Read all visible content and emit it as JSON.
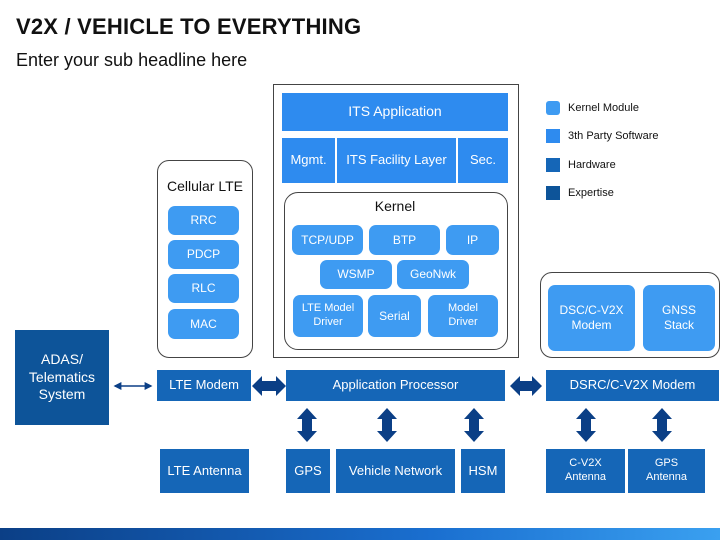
{
  "title": "V2X / VEHICLE TO EVERYTHING",
  "subtitle": "Enter your sub headline here",
  "colors": {
    "hardware": "#1566b7",
    "third_party": "#2e8bef",
    "kernel_module": "#3e9bf2",
    "expertise": "#0d5499"
  },
  "legend": [
    {
      "key": "kernel_module",
      "label": "Kernel Module"
    },
    {
      "key": "third_party",
      "label": "3th Party Software"
    },
    {
      "key": "hardware",
      "label": "Hardware"
    },
    {
      "key": "expertise",
      "label": "Expertise"
    }
  ],
  "its_stack": {
    "application": "ITS Application",
    "mgmt": "Mgmt.",
    "facility": "ITS Facility Layer",
    "sec": "Sec.",
    "kernel_title": "Kernel",
    "kernel_modules": [
      "TCP/UDP",
      "BTP",
      "IP",
      "WSMP",
      "GeoNwk",
      "LTE Model Driver",
      "Serial",
      "Model Driver"
    ]
  },
  "cellular": {
    "title": "Cellular LTE",
    "items": [
      "RRC",
      "PDCP",
      "RLC",
      "MAC"
    ]
  },
  "dsrc": {
    "modem": "DSC/C-V2X Modem",
    "gnss": "GNSS Stack"
  },
  "hardware": {
    "adas": "ADAS/ Telematics System",
    "lte_modem": "LTE Modem",
    "app_processor": "Application Processor",
    "dsrc_modem": "DSRC/C-V2X Modem",
    "lte_antenna": "LTE Antenna",
    "gps": "GPS",
    "vehicle_network": "Vehicle Network",
    "hsm": "HSM",
    "cv2x_antenna": "C-V2X Antenna",
    "gps_antenna": "GPS Antenna"
  }
}
